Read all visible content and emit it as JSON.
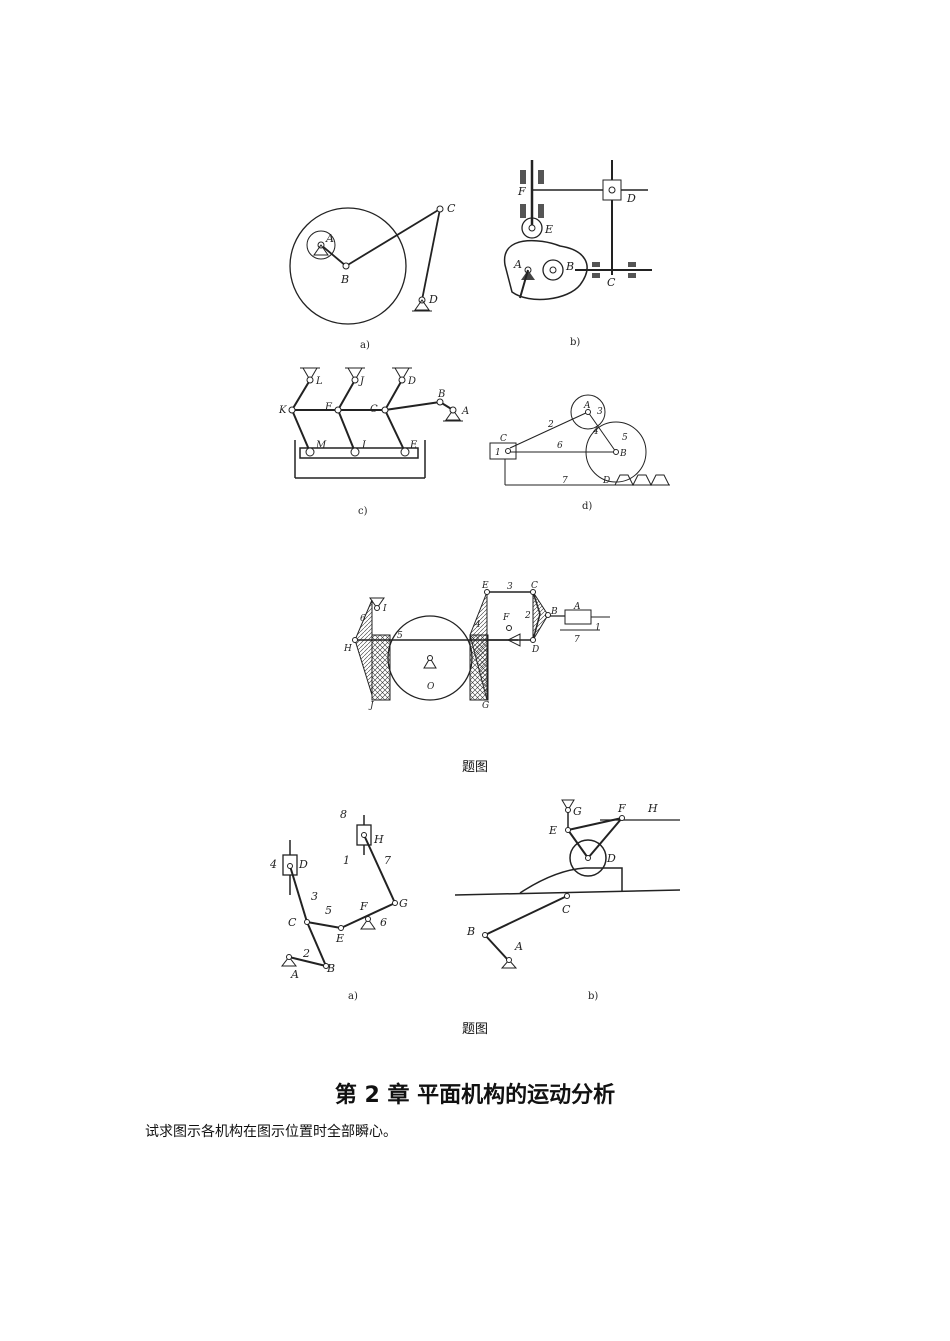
{
  "figure1": {
    "a": {
      "labels": [
        "A",
        "B",
        "C",
        "D"
      ],
      "caption": "a)"
    },
    "b": {
      "labels": [
        "F",
        "D",
        "E",
        "A",
        "B",
        "C"
      ],
      "caption": "b)"
    },
    "c": {
      "labels": [
        "L",
        "J",
        "D",
        "K",
        "F",
        "C",
        "B",
        "A",
        "M",
        "I",
        "E"
      ],
      "caption": "c)"
    },
    "d": {
      "labels": [
        "A",
        "3",
        "2",
        "4",
        "5",
        "C",
        "1",
        "6",
        "B",
        "7",
        "D"
      ],
      "caption": "d)"
    }
  },
  "figure2": {
    "labels": [
      "E",
      "3",
      "C",
      "I",
      "6",
      "4",
      "F",
      "2",
      "B",
      "A",
      "H",
      "5",
      "1",
      "7",
      "O",
      "J",
      "G",
      "D"
    ],
    "caption": "题图"
  },
  "figure3": {
    "a": {
      "labels": [
        "8",
        "H",
        "1",
        "7",
        "4",
        "D",
        "3",
        "C",
        "5",
        "F",
        "G",
        "E",
        "6",
        "2",
        "A",
        "B"
      ],
      "caption": "a)"
    },
    "b": {
      "labels": [
        "G",
        "H",
        "E",
        "F",
        "D",
        "C",
        "B",
        "A"
      ],
      "caption": "b)"
    },
    "caption": "题图"
  },
  "chapter": {
    "title": "第 2 章    平面机构的运动分析"
  },
  "task": {
    "text": "试求图示各机构在图示位置时全部瞬心。"
  }
}
